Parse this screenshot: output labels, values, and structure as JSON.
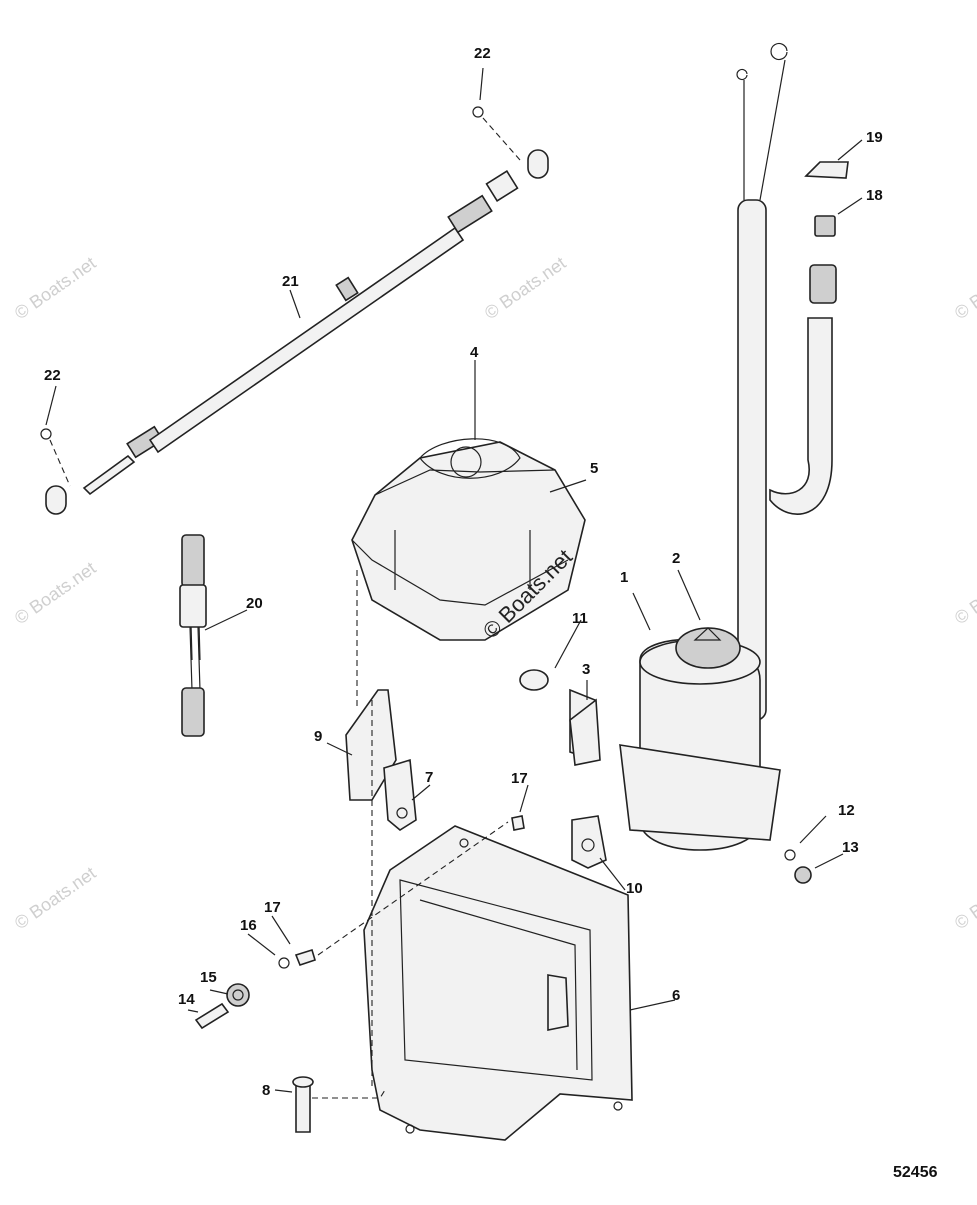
{
  "diagram": {
    "figure_number": "52456",
    "watermark": "© Boats.net",
    "callouts": [
      "1",
      "2",
      "3",
      "4",
      "5",
      "6",
      "7",
      "8",
      "9",
      "10",
      "11",
      "12",
      "13",
      "14",
      "15",
      "16",
      "17",
      "17",
      "18",
      "19",
      "20",
      "21",
      "22",
      "22"
    ]
  }
}
